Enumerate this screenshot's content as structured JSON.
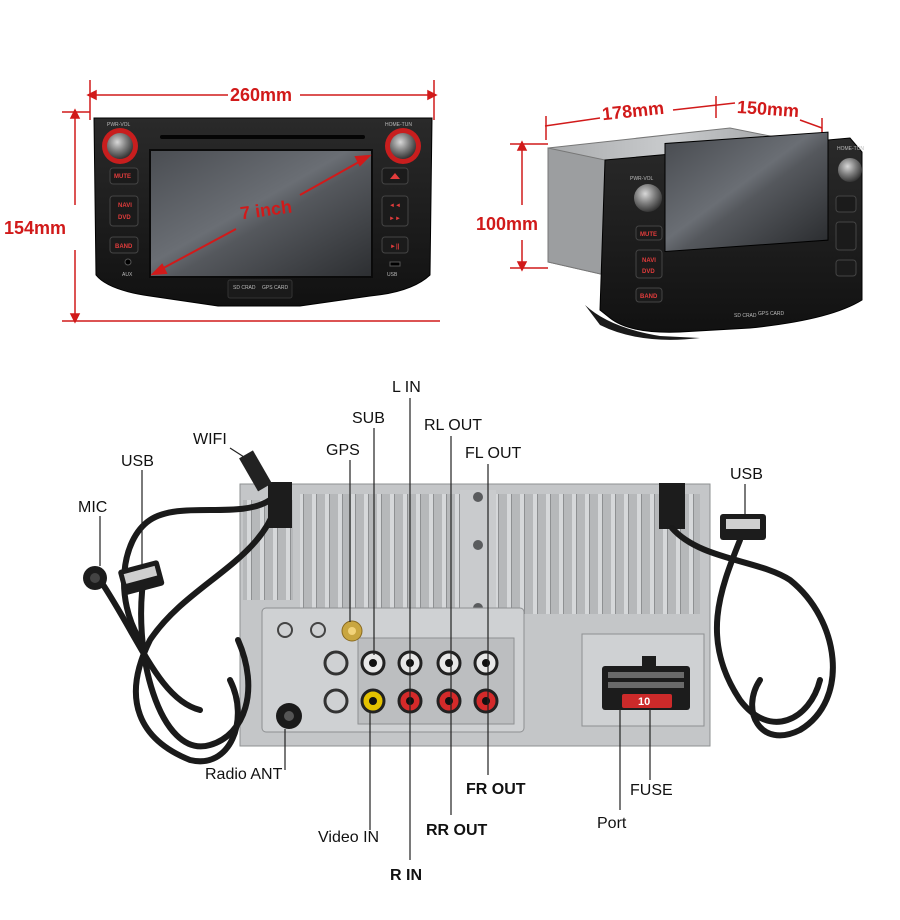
{
  "front_view": {
    "width": "260mm",
    "height": "154mm",
    "screen": "7 inch",
    "knob_left": "PWR-VOL",
    "knob_right": "HOME-TUN",
    "buttons": [
      "MUTE",
      "NAVI",
      "DVD",
      "BAND"
    ],
    "aux": "AUX",
    "usb": "USB",
    "sd": "SD CRAD",
    "gps_card": "GPS CARD"
  },
  "side_view": {
    "width": "178mm",
    "depth": "150mm",
    "height": "100mm",
    "knob_left": "PWR-VOL",
    "knob_right": "HOME-TUN",
    "buttons": [
      "MUTE",
      "NAVI",
      "DVD",
      "BAND"
    ],
    "sd": "SD CRAD",
    "gps_card": "GPS CARD"
  },
  "back_view": {
    "labels": {
      "l_in": "L IN",
      "sub": "SUB",
      "rl_out": "RL OUT",
      "gps": "GPS",
      "fl_out": "FL OUT",
      "wifi": "WIFI",
      "usb_left": "USB",
      "mic": "MIC",
      "usb_right": "USB",
      "radio_ant": "Radio ANT",
      "fr_out": "FR OUT",
      "fuse": "FUSE",
      "video_in": "Video IN",
      "rr_out": "RR OUT",
      "port": "Port",
      "r_in": "R IN"
    },
    "fuse_value": "10"
  }
}
